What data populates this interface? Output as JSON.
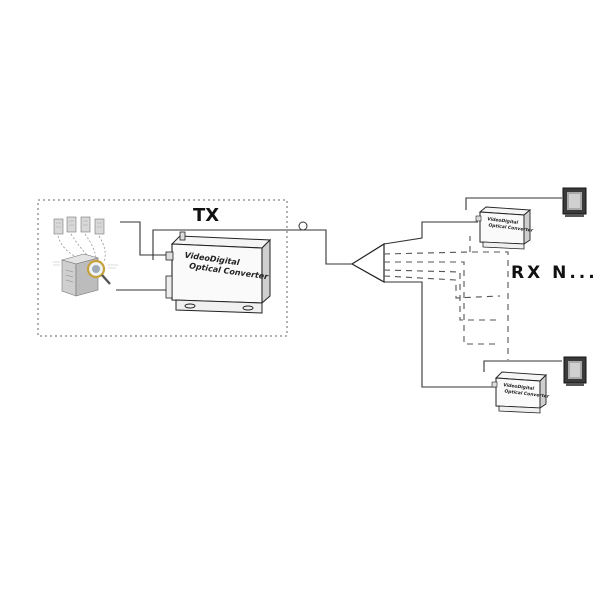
{
  "diagram": {
    "tx_label": "TX",
    "rx_label": "RX N...",
    "converter": {
      "line1": "VideoDigital",
      "line2": "Optical Converter"
    },
    "rx_converter": {
      "line1": "VideoDigital",
      "line2": "Optical Converter"
    }
  }
}
